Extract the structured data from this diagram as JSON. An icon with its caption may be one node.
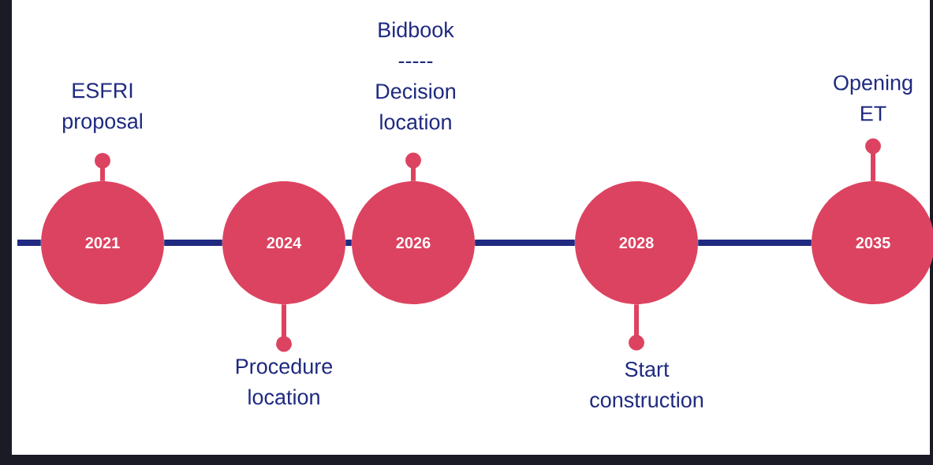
{
  "diagram": {
    "nodes": [
      {
        "text": [
          "2021"
        ]
      },
      {
        "text": [
          "2024"
        ]
      },
      {
        "text": [
          "2026"
        ]
      },
      {
        "text": [
          "2028"
        ]
      },
      {
        "text": [
          "2035"
        ]
      },
      {
        "text": [
          "ESFRI proposal"
        ]
      },
      {
        "text": [
          "Procedure location"
        ]
      },
      {
        "text": [
          "Bidbook",
          "-----",
          "Decision location"
        ]
      },
      {
        "text": [
          "Start construction"
        ]
      },
      {
        "text": [
          "Opening ET"
        ]
      }
    ],
    "edges": [
      {
        "from": null,
        "to": 0,
        "arrow": "none"
      },
      {
        "from": 0,
        "to": 1,
        "arrow": "none"
      },
      {
        "from": 1,
        "to": 2,
        "arrow": "none"
      },
      {
        "from": 2,
        "to": 3,
        "arrow": "none"
      },
      {
        "from": 3,
        "to": 4,
        "arrow": "none"
      },
      {
        "from": 0,
        "to": 5,
        "arrow": "other",
        "color": "#dc4360"
      },
      {
        "from": 1,
        "to": 6,
        "arrow": "other",
        "color": "#dc4360"
      },
      {
        "from": 2,
        "to": 7,
        "arrow": "other",
        "color": "#dc4360"
      },
      {
        "from": 3,
        "to": 8,
        "arrow": "other",
        "color": "#dc4360"
      },
      {
        "from": 4,
        "to": 9,
        "arrow": "other",
        "color": "#dc4360"
      }
    ]
  }
}
